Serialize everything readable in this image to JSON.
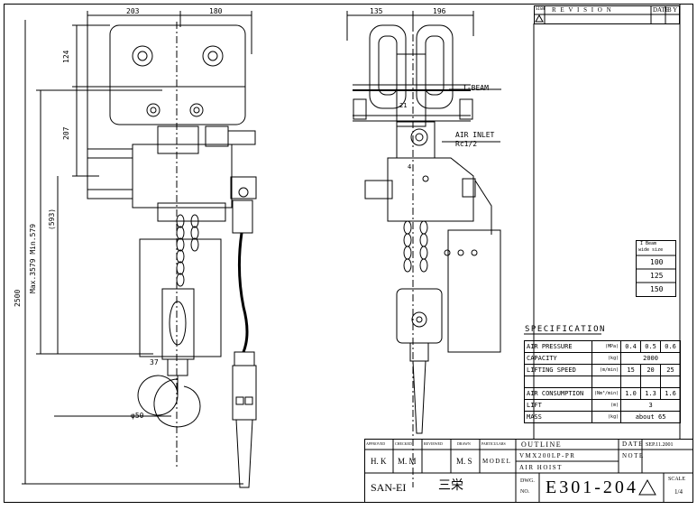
{
  "revision_block": {
    "symbol_label": "SIGN",
    "title": "R E V I S I O N",
    "date_by": "DATE",
    "by": "B Y"
  },
  "front_view_dims": {
    "top_left": "203",
    "top_right": "180",
    "height_124": "124",
    "height_207": "207",
    "height_579": "Max.3579 Min.579",
    "height_593": "(593)",
    "height_2500": "2500",
    "hook_37": "37",
    "hook_dia": "φ50"
  },
  "side_view_dims": {
    "top_left": "135",
    "top_right": "196",
    "dim_21": "21",
    "dim_4": "4"
  },
  "callouts": {
    "ibeam": "I-BEAM",
    "air_inlet": "AIR INLET",
    "air_inlet_size": "Rc1/2"
  },
  "ibeam_table": {
    "header_line1": "I Beam",
    "header_line2": "wide size",
    "rows": [
      "100",
      "125",
      "150"
    ]
  },
  "specification": {
    "title": "SPECIFICATION",
    "rows": [
      {
        "label": "AIR PRESSURE",
        "unit": "(MPa)",
        "values": [
          "0.4",
          "0.5",
          "0.6"
        ]
      },
      {
        "label": "CAPACITY",
        "unit": "(kg)",
        "values": [
          "2000"
        ]
      },
      {
        "label": "LIFTING SPEED",
        "unit": "(m/min)",
        "values": [
          "15",
          "20",
          "25"
        ]
      },
      {
        "label": "",
        "unit": "",
        "values": []
      },
      {
        "label": "AIR CONSUMPTION",
        "unit": "(Nm³/min)",
        "values": [
          "1.0",
          "1.3",
          "1.6"
        ]
      },
      {
        "label": "LIFT",
        "unit": "(m)",
        "values": [
          "3"
        ]
      },
      {
        "label": "MASS",
        "unit": "(kg)",
        "values": [
          "about 65"
        ]
      }
    ]
  },
  "title_block": {
    "approved": "APPROVED",
    "checked": "CHECKED",
    "reviewed": "REVIEWED",
    "drawn": "DRAWN",
    "particulars": "PARTICULARS",
    "approved_by": "H. K",
    "checked_by": "M. M",
    "reviewed_by": "",
    "drawn_by": "M. S",
    "model_label": "MODEL",
    "outline": "OUTLINE",
    "model_no": "VMX200LP-PR",
    "name": "AIR HOIST",
    "date_label": "DATE",
    "date": "SEP.11.2001",
    "note_label": "NOTE",
    "company_en": "SAN-EI",
    "company_jp": "三栄",
    "dwg_label1": "DWG.",
    "dwg_label2": "NO.",
    "dwg_no": "E301-204",
    "scale_label": "SCALE",
    "scale_value": "1/4"
  }
}
